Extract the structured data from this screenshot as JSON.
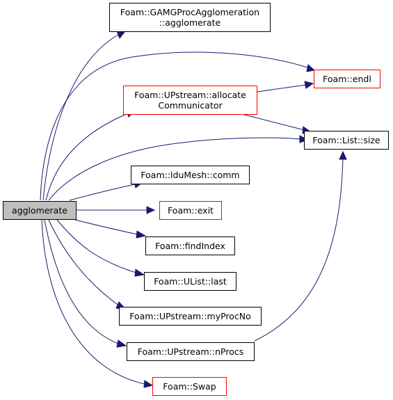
{
  "colors": {
    "edge": "#191970",
    "node_border": "#000000",
    "node_border_truncated": "#ff0000",
    "root_fill": "#bfbfbf"
  },
  "nodes": {
    "root": {
      "line1": "agglomerate"
    },
    "gamg": {
      "line1": "Foam::GAMGProcAgglomeration",
      "line2": "::agglomerate"
    },
    "endl": {
      "line1": "Foam::endl"
    },
    "allocate": {
      "line1": "Foam::UPstream::allocate",
      "line2": "Communicator"
    },
    "size": {
      "line1": "Foam::List::size"
    },
    "comm": {
      "line1": "Foam::lduMesh::comm"
    },
    "exit": {
      "line1": "Foam::exit"
    },
    "findindex": {
      "line1": "Foam::findIndex"
    },
    "last": {
      "line1": "Foam::UList::last"
    },
    "myprocno": {
      "line1": "Foam::UPstream::myProcNo"
    },
    "nprocs": {
      "line1": "Foam::UPstream::nProcs"
    },
    "swap": {
      "line1": "Foam::Swap"
    }
  }
}
